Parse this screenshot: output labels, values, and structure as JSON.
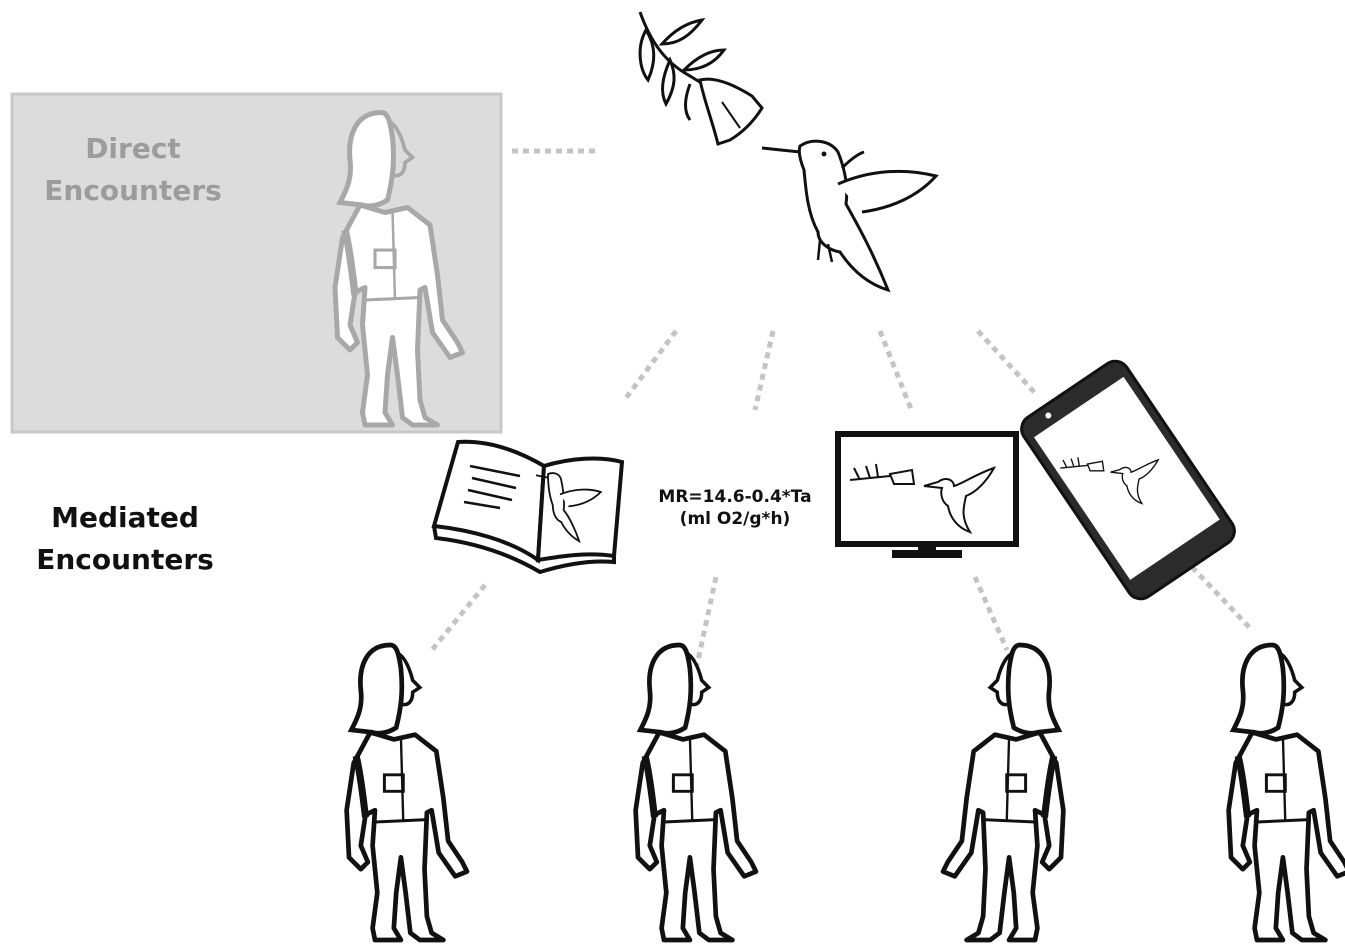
{
  "labels": {
    "direct_line1": "Direct",
    "direct_line2": "Encounters",
    "mediated_line1": "Mediated",
    "mediated_line2": "Encounters",
    "formula_line1": "MR=14.6-0.4*Ta",
    "formula_line2": "(ml O2/g*h)"
  },
  "colors": {
    "line": "#111111",
    "faded": "#a8a8a8",
    "box_fill": "#dcdcdc",
    "box_border": "#c8c8c8",
    "dots": "#c4c4c4",
    "screen_bg": "#ffffff",
    "phone_body": "#2b2b2b"
  },
  "icons": [
    "flower-icon",
    "hummingbird-icon",
    "book-icon",
    "tv-icon",
    "phone-icon",
    "person-icon"
  ]
}
